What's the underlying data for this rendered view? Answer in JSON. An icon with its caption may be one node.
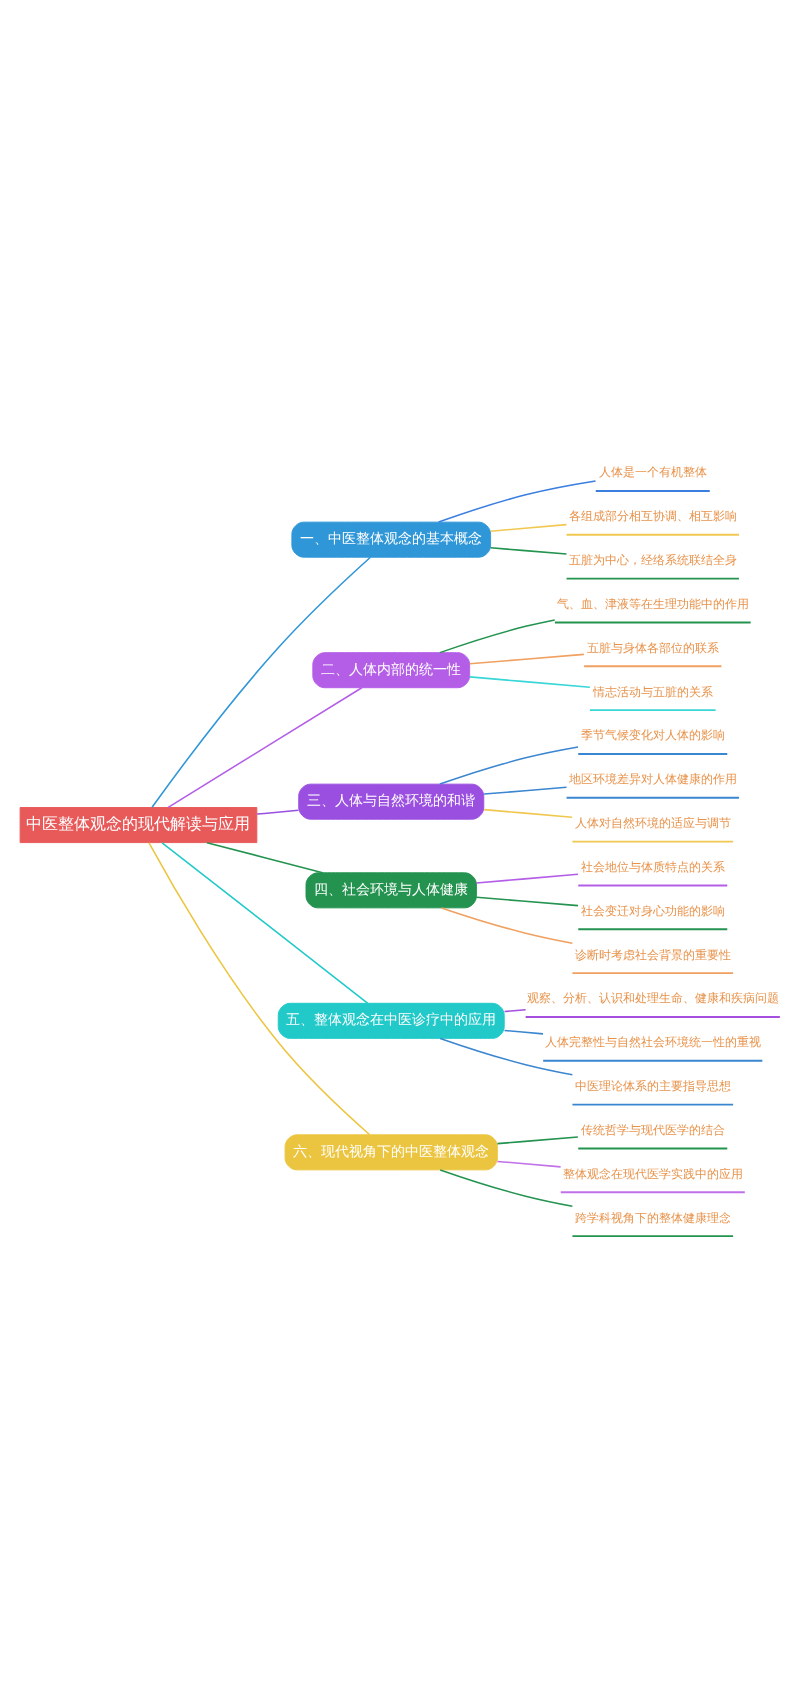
{
  "diagram": {
    "nodes": [
      {
        "text": [
          "中医整体观念的现代解读与应用"
        ]
      },
      {
        "text": [
          "一、中医整体观念的基本概念"
        ]
      },
      {
        "text": [
          "人体是一个有机整体"
        ]
      },
      {
        "text": [
          "各组成部分相互协调、相互影响"
        ]
      },
      {
        "text": [
          "五脏为中心，经络系统联结全身"
        ]
      },
      {
        "text": [
          "二、人体内部的统一性"
        ]
      },
      {
        "text": [
          "气、血、津液等在生理功能中的作用"
        ]
      },
      {
        "text": [
          "五脏与身体各部位的联系"
        ]
      },
      {
        "text": [
          "情志活动与五脏的关系"
        ]
      },
      {
        "text": [
          "三、人体与自然环境的和谐"
        ]
      },
      {
        "text": [
          "季节气候变化对人体的影响"
        ]
      },
      {
        "text": [
          "地区环境差异对人体健康的作用"
        ]
      },
      {
        "text": [
          "人体对自然环境的适应与调节"
        ]
      },
      {
        "text": [
          "四、社会环境与人体健康"
        ]
      },
      {
        "text": [
          "社会地位与体质特点的关系"
        ]
      },
      {
        "text": [
          "社会变迁对身心功能的影响"
        ]
      },
      {
        "text": [
          "诊断时考虑社会背景的重要性"
        ]
      },
      {
        "text": [
          "五、整体观念在中医诊疗中的应用"
        ]
      },
      {
        "text": [
          "观察、分析、认识和处理生命、健康和疾病问题"
        ]
      },
      {
        "text": [
          "人体完整性与自然社会环境统一性的重视"
        ]
      },
      {
        "text": [
          "中医理论体系的主要指导思想"
        ]
      },
      {
        "text": [
          "六、现代视角下的中医整体观念"
        ]
      },
      {
        "text": [
          "传统哲学与现代医学的结合"
        ]
      },
      {
        "text": [
          "整体观念在现代医学实践中的应用"
        ]
      },
      {
        "text": [
          "跨学科视角下的整体健康理念"
        ]
      }
    ],
    "edges": [
      {
        "from": 0,
        "to": 1,
        "arrow": "none",
        "color": "#2f96d8"
      },
      {
        "from": 1,
        "to": 2,
        "arrow": "none",
        "color": "#3a7ee0"
      },
      {
        "from": 1,
        "to": 3,
        "arrow": "none",
        "color": "#f0c850"
      },
      {
        "from": 1,
        "to": 4,
        "arrow": "none",
        "color": "#23934f"
      },
      {
        "from": 0,
        "to": 5,
        "arrow": "none",
        "color": "#b45ee8"
      },
      {
        "from": 5,
        "to": 6,
        "arrow": "none",
        "color": "#23934f"
      },
      {
        "from": 5,
        "to": 7,
        "arrow": "none",
        "color": "#f0a060"
      },
      {
        "from": 5,
        "to": 8,
        "arrow": "none",
        "color": "#38d6d6"
      },
      {
        "from": 0,
        "to": 9,
        "arrow": "none",
        "color": "#9a4fe0"
      },
      {
        "from": 9,
        "to": 10,
        "arrow": "none",
        "color": "#3a86d0"
      },
      {
        "from": 9,
        "to": 11,
        "arrow": "none",
        "color": "#3a86d0"
      },
      {
        "from": 9,
        "to": 12,
        "arrow": "none",
        "color": "#f0c850"
      },
      {
        "from": 0,
        "to": 13,
        "arrow": "none",
        "color": "#23934f"
      },
      {
        "from": 13,
        "to": 14,
        "arrow": "none",
        "color": "#b45ee8"
      },
      {
        "from": 13,
        "to": 15,
        "arrow": "none",
        "color": "#23934f"
      },
      {
        "from": 13,
        "to": 16,
        "arrow": "none",
        "color": "#f0a060"
      },
      {
        "from": 0,
        "to": 17,
        "arrow": "none",
        "color": "#22c9c9"
      },
      {
        "from": 17,
        "to": 18,
        "arrow": "none",
        "color": "#a44fe0"
      },
      {
        "from": 17,
        "to": 19,
        "arrow": "none",
        "color": "#3a86d0"
      },
      {
        "from": 17,
        "to": 20,
        "arrow": "none",
        "color": "#3a86d0"
      },
      {
        "from": 0,
        "to": 21,
        "arrow": "none",
        "color": "#ecc540"
      },
      {
        "from": 21,
        "to": 22,
        "arrow": "none",
        "color": "#23934f"
      },
      {
        "from": 21,
        "to": 23,
        "arrow": "none",
        "color": "#c070e8"
      },
      {
        "from": 21,
        "to": 24,
        "arrow": "none",
        "color": "#23934f"
      }
    ]
  }
}
